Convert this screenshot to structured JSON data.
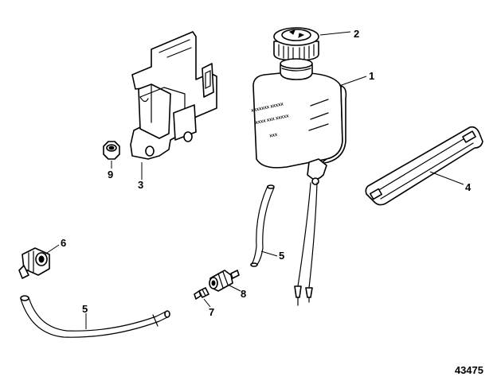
{
  "figure_number": "43475",
  "callouts": {
    "reservoir": "1",
    "cap": "2",
    "bracket": "3",
    "strap": "4",
    "hose_upper": "5",
    "hose_lower": "5",
    "fitting": "6",
    "connector": "7",
    "coupler": "8",
    "nut": "9"
  },
  "reservoir_label_lines": [
    "XXXXXXX XXXXX",
    "XXXX XXX XXXXX",
    "XXX"
  ]
}
